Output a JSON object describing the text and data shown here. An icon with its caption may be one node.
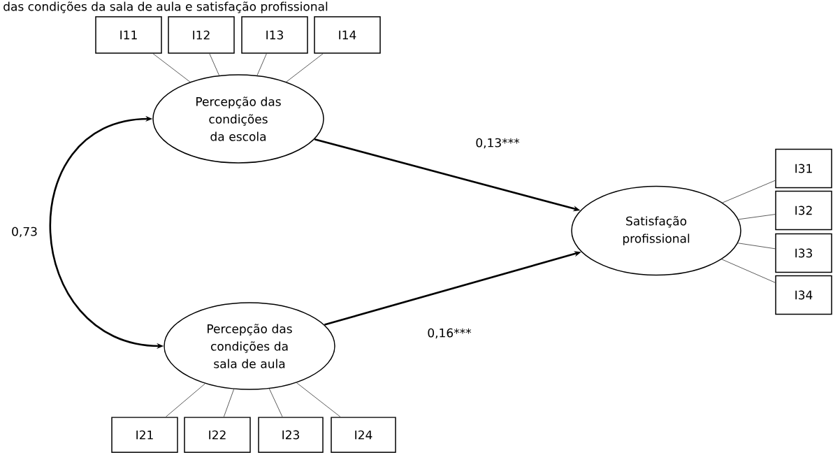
{
  "diagram": {
    "title": "das condições da sala de aula e satisfação profissional",
    "nodes": [
      {
        "text": [
          "I11"
        ]
      },
      {
        "text": [
          "I12"
        ]
      },
      {
        "text": [
          "I13"
        ]
      },
      {
        "text": [
          "I14"
        ]
      },
      {
        "text": [
          "Percepção das condições da escola"
        ]
      },
      {
        "text": [
          "Satisfação profissional"
        ]
      },
      {
        "text": [
          "I31"
        ]
      },
      {
        "text": [
          "I32"
        ]
      },
      {
        "text": [
          "I33"
        ]
      },
      {
        "text": [
          "I34"
        ]
      },
      {
        "text": [
          "Percepção das condições da sala de aula"
        ]
      },
      {
        "text": [
          "I21"
        ]
      },
      {
        "text": [
          "I22"
        ]
      },
      {
        "text": [
          "I23"
        ]
      },
      {
        "text": [
          "I24"
        ]
      }
    ],
    "edges": [
      {
        "from": 4,
        "to": 0,
        "arrow": "none"
      },
      {
        "from": 4,
        "to": 1,
        "arrow": "none"
      },
      {
        "from": 4,
        "to": 2,
        "arrow": "none"
      },
      {
        "from": 4,
        "to": 3,
        "arrow": "none"
      },
      {
        "from": 4,
        "to": 5,
        "arrow": "to",
        "label": "0,13***",
        "style": "thick"
      },
      {
        "from": 10,
        "to": 5,
        "arrow": "to",
        "label": "0,16***",
        "style": "thick"
      },
      {
        "from": 4,
        "to": 10,
        "arrow": "both",
        "label": "0,73",
        "style": "thick"
      },
      {
        "from": 5,
        "to": 6,
        "arrow": "none"
      },
      {
        "from": 5,
        "to": 7,
        "arrow": "none"
      },
      {
        "from": 5,
        "to": 8,
        "arrow": "none"
      },
      {
        "from": 5,
        "to": 9,
        "arrow": "none"
      },
      {
        "from": 10,
        "to": 11,
        "arrow": "none"
      },
      {
        "from": 10,
        "to": 12,
        "arrow": "none"
      },
      {
        "from": 10,
        "to": 13,
        "arrow": "none"
      },
      {
        "from": 10,
        "to": 14,
        "arrow": "none"
      }
    ]
  }
}
